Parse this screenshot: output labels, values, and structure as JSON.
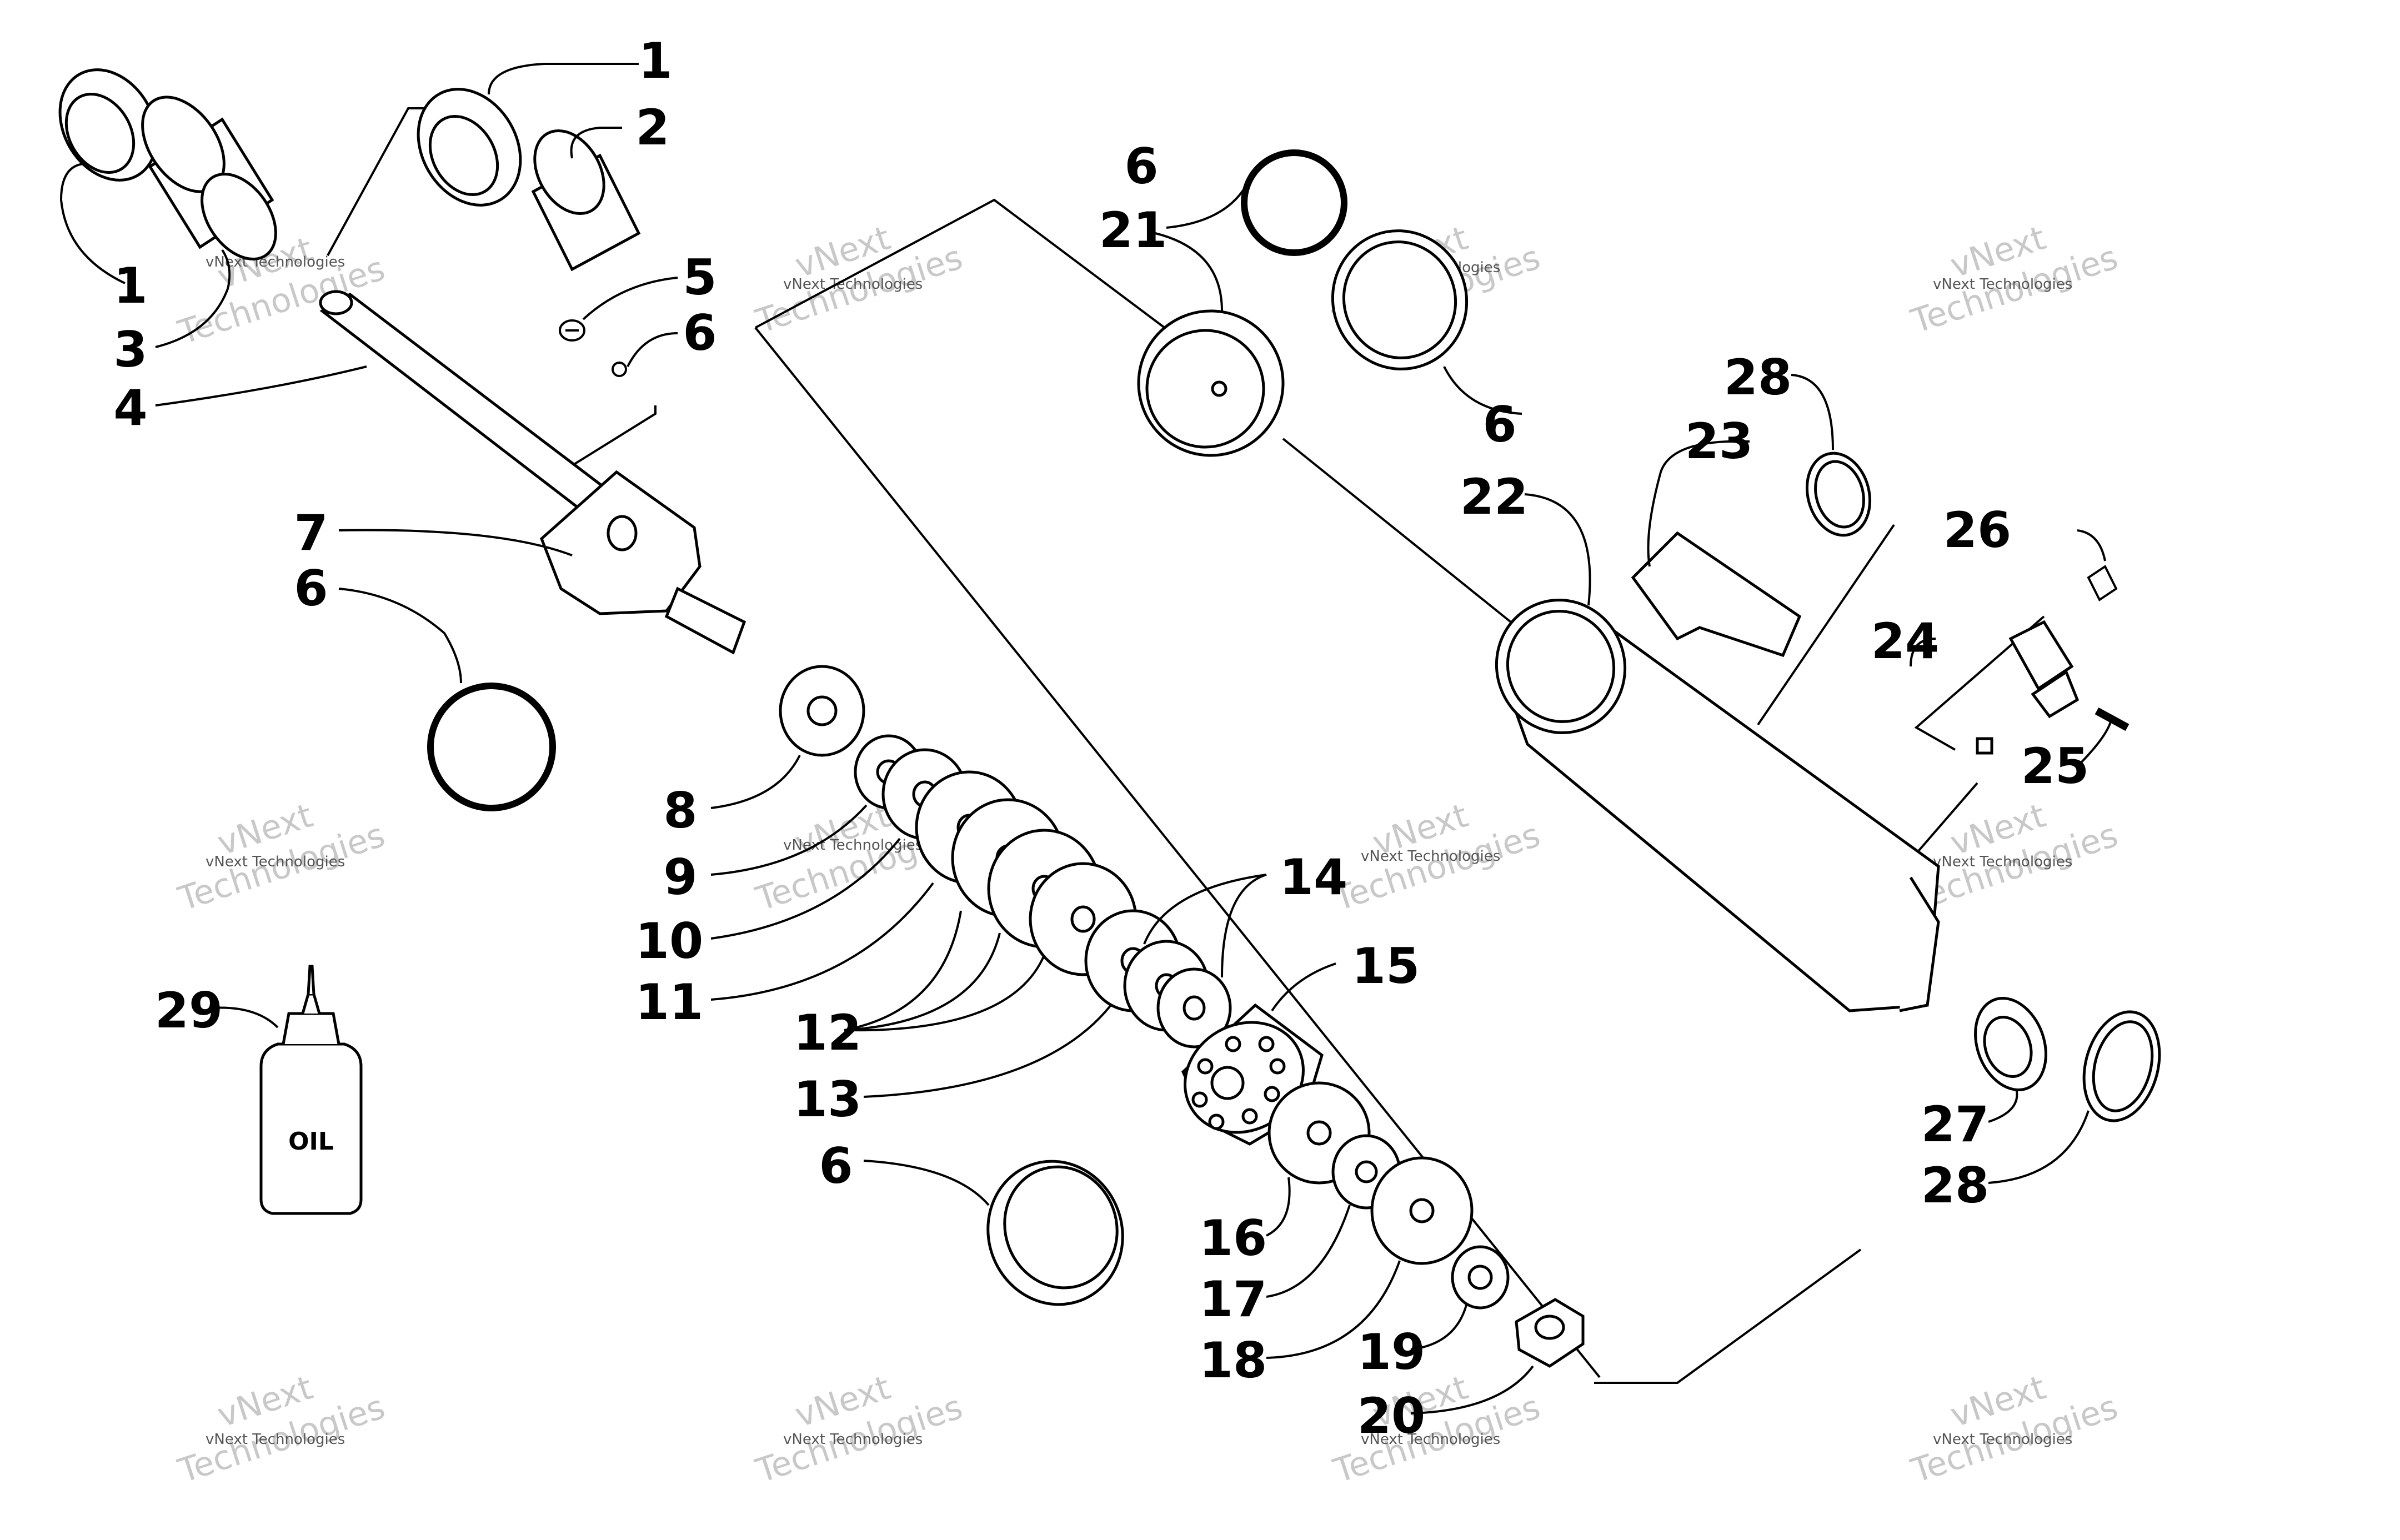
{
  "watermark": {
    "line1": "vNext Technologies",
    "line2": "vNext",
    "line3": "Technologies"
  },
  "oil_bottle": {
    "label": "OIL"
  },
  "callouts": [
    {
      "id": "c1a",
      "text": "1"
    },
    {
      "id": "c1b",
      "text": "1"
    },
    {
      "id": "c2",
      "text": "2"
    },
    {
      "id": "c3",
      "text": "3"
    },
    {
      "id": "c4",
      "text": "4"
    },
    {
      "id": "c5",
      "text": "5"
    },
    {
      "id": "c6a",
      "text": "6"
    },
    {
      "id": "c6b",
      "text": "6"
    },
    {
      "id": "c6c",
      "text": "6"
    },
    {
      "id": "c6d",
      "text": "6"
    },
    {
      "id": "c6e",
      "text": "6"
    },
    {
      "id": "c7",
      "text": "7"
    },
    {
      "id": "c8",
      "text": "8"
    },
    {
      "id": "c9",
      "text": "9"
    },
    {
      "id": "c10",
      "text": "10"
    },
    {
      "id": "c11",
      "text": "11"
    },
    {
      "id": "c12",
      "text": "12"
    },
    {
      "id": "c13",
      "text": "13"
    },
    {
      "id": "c14",
      "text": "14"
    },
    {
      "id": "c15",
      "text": "15"
    },
    {
      "id": "c16",
      "text": "16"
    },
    {
      "id": "c17",
      "text": "17"
    },
    {
      "id": "c18",
      "text": "18"
    },
    {
      "id": "c19",
      "text": "19"
    },
    {
      "id": "c20",
      "text": "20"
    },
    {
      "id": "c21",
      "text": "21"
    },
    {
      "id": "c22",
      "text": "22"
    },
    {
      "id": "c23",
      "text": "23"
    },
    {
      "id": "c24",
      "text": "24"
    },
    {
      "id": "c25",
      "text": "25"
    },
    {
      "id": "c26",
      "text": "26"
    },
    {
      "id": "c27",
      "text": "27"
    },
    {
      "id": "c28a",
      "text": "28"
    },
    {
      "id": "c28b",
      "text": "28"
    },
    {
      "id": "c29",
      "text": "29"
    }
  ]
}
